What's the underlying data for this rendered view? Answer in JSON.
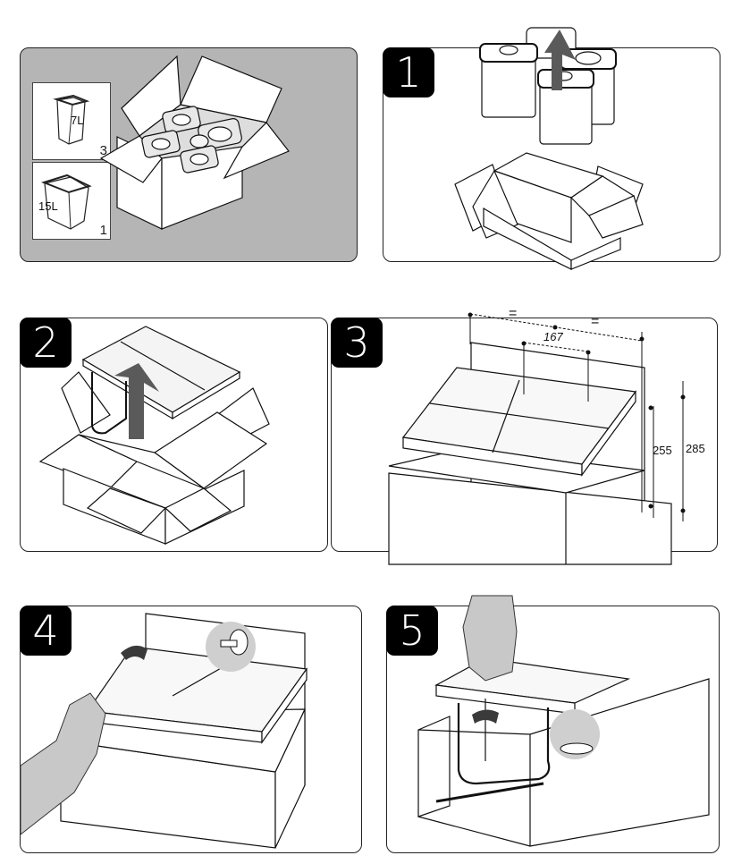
{
  "document": {
    "type": "assembly-instructions",
    "product": "pull-out waste bin set"
  },
  "contents_panel": {
    "items": [
      {
        "volume_label": "7L",
        "quantity": "3"
      },
      {
        "volume_label": "15L",
        "quantity": "1"
      }
    ]
  },
  "steps": [
    {
      "number": "1",
      "action": "lift bins out of box",
      "icon": "up-arrow"
    },
    {
      "number": "2",
      "action": "lift frame out of box",
      "icon": "up-arrow"
    },
    {
      "number": "3",
      "action": "position frame in cabinet",
      "dimensions": {
        "equal_left": "=",
        "equal_right": "=",
        "hole_spacing": "167",
        "height_inner": "255",
        "height_outer": "285"
      }
    },
    {
      "number": "4",
      "action": "screw frame to back panel",
      "icon": "rotate-arrow"
    },
    {
      "number": "5",
      "action": "screw frame to cabinet floor",
      "icon": "rotate-arrow"
    }
  ],
  "colors": {
    "panel_gray": "#b5b5b5",
    "arrow_gray": "#5a5a5a",
    "badge_black": "#000000",
    "glove_gray": "#c8c8c8"
  }
}
